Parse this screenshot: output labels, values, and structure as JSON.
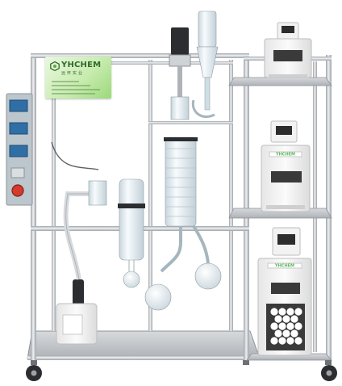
{
  "brand": {
    "name_en": "YHCHEM",
    "name_cn": "远怀实业"
  },
  "chillers": {
    "middle_label": "YHCHEM",
    "bottom_label": "YHCHEM"
  },
  "colors": {
    "frame": "#c9ccd0",
    "frame_dark": "#8e9297",
    "glass": "#e4eef3",
    "brand_green": "#5fa83b",
    "cabinet_white": "#f4f4f4",
    "control_panel": "#b9c3ca",
    "emergency_red": "#d23b2e"
  }
}
